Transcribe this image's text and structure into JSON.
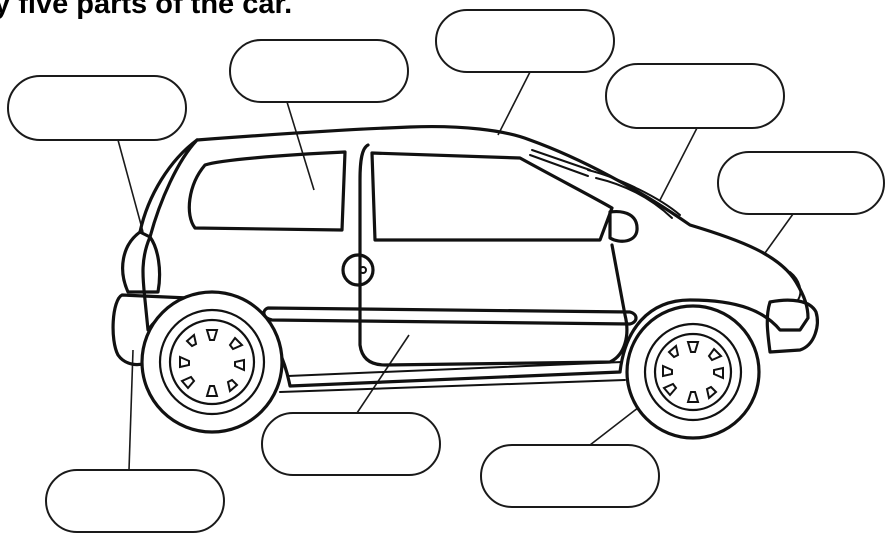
{
  "instruction": "Label any five parts of the car.",
  "visible_instruction_text": "ly five parts of the car.",
  "label_boxes": [
    {
      "id": "top-left",
      "text": ""
    },
    {
      "id": "upper-left",
      "text": ""
    },
    {
      "id": "top-center",
      "text": ""
    },
    {
      "id": "upper-right",
      "text": ""
    },
    {
      "id": "right",
      "text": ""
    },
    {
      "id": "bottom-left",
      "text": ""
    },
    {
      "id": "bottom-center",
      "text": ""
    },
    {
      "id": "bottom-right",
      "text": ""
    }
  ],
  "colors": {
    "line": "#111111",
    "background": "#ffffff"
  }
}
